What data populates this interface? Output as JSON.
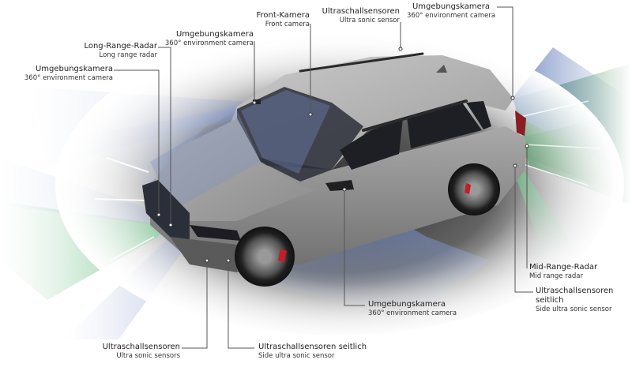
{
  "diagram": {
    "subject": "SUV sensor layout (top-front three-quarter view)",
    "colors": {
      "camera_field": "#7f93c4",
      "radar_field": "#3f8a52",
      "ultrasonic_field": "#5fbf7a",
      "shadow": "#2b2b2b",
      "car_body": "#9a9a9a",
      "leader_line": "#555555"
    },
    "labels": [
      {
        "id": "front-camera",
        "de": "Front-Kamera",
        "en": "Front camera"
      },
      {
        "id": "ultrasonic-top",
        "de": "Ultraschallsensoren",
        "en": "Ultra sonic sensor"
      },
      {
        "id": "surround-camera-rear",
        "de": "Umgebungskamera",
        "en": "360° environment camera"
      },
      {
        "id": "surround-camera-top",
        "de": "Umgebungskamera",
        "en": "360° environment camera"
      },
      {
        "id": "long-range-radar",
        "de": "Long-Range-Radar",
        "en": "Long range radar"
      },
      {
        "id": "surround-camera-front",
        "de": "Umgebungskamera",
        "en": "360° environment camera"
      },
      {
        "id": "mid-range-radar",
        "de": "Mid-Range-Radar",
        "en": "Mid range radar"
      },
      {
        "id": "ultrasonic-side-rear",
        "de": "Ultraschallsensoren seitlich",
        "de_line1": "Ultraschallsensoren",
        "de_line2": "seitlich",
        "en": "Side ultra sonic sensor"
      },
      {
        "id": "surround-camera-mirror",
        "de": "Umgebungskamera",
        "en": "360° environment camera"
      },
      {
        "id": "ultrasonic-front",
        "de": "Ultraschallsensoren",
        "en": "Ultra sonic sensors"
      },
      {
        "id": "ultrasonic-side-front",
        "de": "Ultraschallsensoren seitlich",
        "en": "Side ultra sonic sensor"
      }
    ]
  }
}
